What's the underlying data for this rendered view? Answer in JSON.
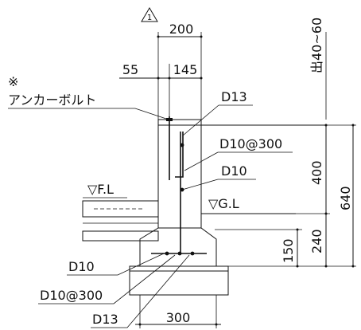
{
  "drawing": {
    "revision_mark": "1",
    "note_mark": "※",
    "dims": {
      "top_total": "200",
      "left_offset": "55",
      "right_offset": "145",
      "protrusion": "出40~60",
      "wall_height": "400",
      "total_height": "640",
      "foot_height": "240",
      "slab_height": "150",
      "base_width": "300"
    },
    "labels": {
      "anchor_bolt": "アンカーボルト",
      "d13_top": "D13",
      "d10_300_upper": "D10@300",
      "d10_mid": "D10",
      "floor_level": "▽F.L",
      "ground_level": "▽G.L",
      "d10_lower": "D10",
      "d10_300_lower": "D10@300",
      "d13_bottom": "D13"
    }
  }
}
